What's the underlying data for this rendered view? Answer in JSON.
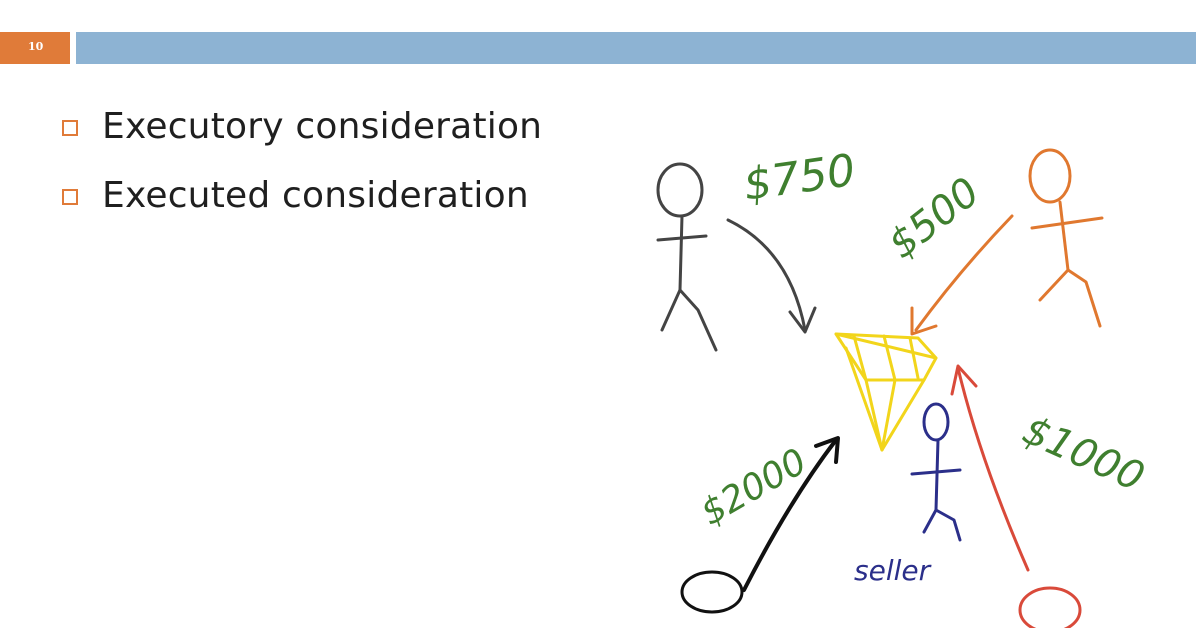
{
  "slide": {
    "number": "10"
  },
  "bullets": [
    {
      "text": "Executory consideration"
    },
    {
      "text": "Executed consideration"
    }
  ],
  "drawing": {
    "bids": [
      {
        "amount": "$750",
        "color": "#3f7f2f"
      },
      {
        "amount": "$500",
        "color": "#3f7f2f"
      },
      {
        "amount": "$1000",
        "color": "#3f7f2f"
      },
      {
        "amount": "$2000",
        "color": "#3f7f2f"
      }
    ],
    "seller_label": "seller",
    "colors": {
      "buyer_1": "#444444",
      "buyer_2": "#e0782f",
      "buyer_3": "#d94a3a",
      "buyer_4": "#111111",
      "seller": "#2b2f8a",
      "diamond": "#f2d51b"
    }
  }
}
